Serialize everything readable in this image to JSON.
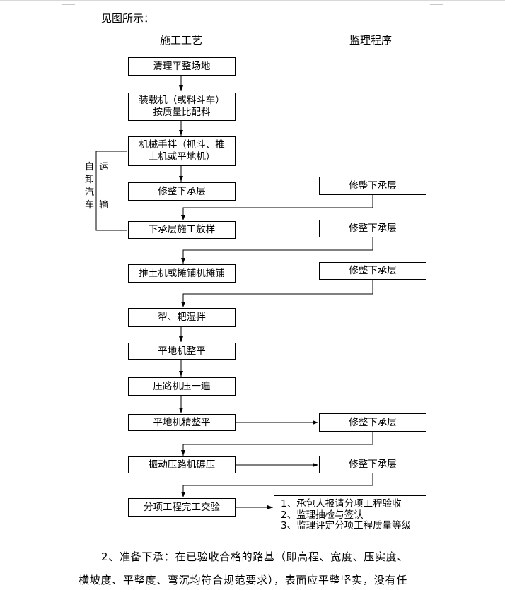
{
  "intro_text": "见图所示：",
  "headers": {
    "construction": "施工工艺",
    "supervision": "监理程序"
  },
  "process_steps": [
    {
      "id": "clear",
      "lines": [
        "清理平整场地"
      ]
    },
    {
      "id": "loader",
      "lines": [
        "装载机（或料斗车）",
        "按质量比配料"
      ]
    },
    {
      "id": "mix",
      "lines": [
        "机械手拌（抓斗、推",
        "土机或平地机）"
      ]
    },
    {
      "id": "trim1",
      "lines": [
        "修整下承层"
      ]
    },
    {
      "id": "layout",
      "lines": [
        "下承层施工放样"
      ]
    },
    {
      "id": "spread",
      "lines": [
        "推土机或摊铺机摊铺"
      ]
    },
    {
      "id": "plow",
      "lines": [
        "犁、耙湿拌"
      ]
    },
    {
      "id": "grader1",
      "lines": [
        "平地机整平"
      ]
    },
    {
      "id": "roller1",
      "lines": [
        "压路机压一遍"
      ]
    },
    {
      "id": "grader2",
      "lines": [
        "平地机精整平"
      ]
    },
    {
      "id": "vibro",
      "lines": [
        "振动压路机碾压"
      ]
    },
    {
      "id": "handover",
      "lines": [
        "分项工程完工交验"
      ]
    }
  ],
  "supervision_steps": [
    {
      "id": "s1",
      "label": "修整下承层"
    },
    {
      "id": "s2",
      "label": "修整下承层"
    },
    {
      "id": "s3",
      "label": "修整下承层"
    },
    {
      "id": "s4",
      "label": "修整下承层"
    },
    {
      "id": "s5",
      "label": "修整下承层"
    }
  ],
  "acceptance_items": [
    "1、承包人报请分项工程验收",
    "2、监理抽检与签认",
    "3、监理评定分项工程质量等级"
  ],
  "side_label": {
    "left": [
      "自",
      "卸",
      "汽",
      "车"
    ],
    "right": [
      "运",
      "输"
    ]
  },
  "paragraph": {
    "line1": "2、准备下承：在已验收合格的路基（即高程、宽度、压实度、",
    "line2": "横坡度、平整度、弯沉均符合规范要求），表面应平整坚实，没有任"
  }
}
